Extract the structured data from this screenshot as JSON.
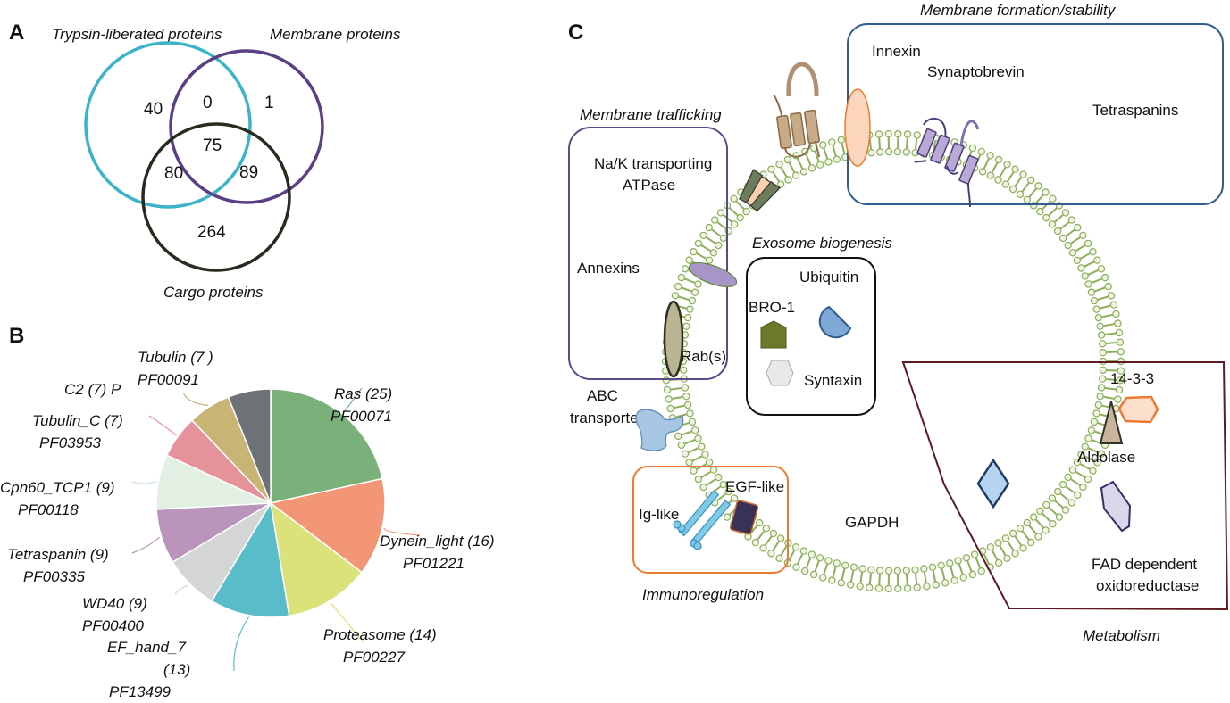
{
  "panels": {
    "a": "A",
    "b": "B",
    "c": "C"
  },
  "venn": {
    "sets": [
      {
        "name": "Trypsin-liberated proteins",
        "color": "#3bb3c8"
      },
      {
        "name": "Membrane proteins",
        "color": "#5a3f86"
      },
      {
        "name": "Cargo proteins",
        "color": "#2b2a1e"
      }
    ],
    "regions": {
      "trypsin_only": "40",
      "trypsin_membrane": "0",
      "membrane_only": "1",
      "all_three": "75",
      "trypsin_cargo": "80",
      "membrane_cargo": "89",
      "cargo_only": "264"
    }
  },
  "chart_data": {
    "type": "pie",
    "title": "",
    "start": "12 o'clock, clockwise",
    "slices": [
      {
        "label": "Ras",
        "value": 25,
        "pfam": "PF00071",
        "color": "#7ab07a"
      },
      {
        "label": "Dynein_light",
        "value": 16,
        "pfam": "PF01221",
        "color": "#f39676"
      },
      {
        "label": "Proteasome",
        "value": 14,
        "pfam": "PF00227",
        "color": "#dbe27a"
      },
      {
        "label": "EF_hand_7",
        "value": 13,
        "pfam": "PF13499",
        "color": "#59bcc9"
      },
      {
        "label": "WD40",
        "value": 9,
        "pfam": "PF00400",
        "color": "#d3d6d4"
      },
      {
        "label": "Tetraspanin",
        "value": 9,
        "pfam": "PF00335",
        "color": "#bb94bb"
      },
      {
        "label": "Cpn60_TCP1",
        "value": 9,
        "pfam": "PF00118",
        "color": "#e2efe3"
      },
      {
        "label": "Tubulin_C",
        "value": 7,
        "pfam": "PF03953",
        "color": "#e6929a"
      },
      {
        "label": "Tubulin",
        "value": 7,
        "pfam": "PF00091",
        "color": "#c8b474"
      },
      {
        "label": "C2",
        "value": 7,
        "pfam": "P",
        "color": "#6e7276"
      }
    ],
    "label_texts": {
      "ras": [
        "Ras (25)",
        "PF00071"
      ],
      "dynein": [
        "Dynein_light (16)",
        "PF01221"
      ],
      "proteasome": [
        "Proteasome (14)",
        "PF00227"
      ],
      "efhand": [
        "EF_hand_7",
        "(13)",
        "PF13499"
      ],
      "wd40": [
        "WD40 (9)",
        "PF00400"
      ],
      "tetraspanin": [
        "Tetraspanin (9)",
        "PF00335"
      ],
      "cpn60": [
        "Cpn60_TCP1 (9)",
        "PF00118"
      ],
      "tubulin_c": [
        "Tubulin_C (7)",
        "PF03953"
      ],
      "c2": [
        "C2 (7) P"
      ],
      "tubulin": [
        "Tubulin (7 )",
        "PF00091"
      ]
    }
  },
  "diagram": {
    "groups": {
      "membrane_formation": {
        "title": "Membrane formation/stability",
        "color": "#2f5f8f",
        "items": [
          "Innexin",
          "Synaptobrevin",
          "Tetraspanins"
        ]
      },
      "membrane_trafficking": {
        "title": "Membrane trafficking",
        "color": "#5a4a8a",
        "items": [
          "Na/K transporting",
          "ATPase",
          "Annexins",
          "Rab(s)",
          "ABC",
          "transporter"
        ]
      },
      "exosome_biogenesis": {
        "title": "Exosome biogenesis",
        "color": "#111111",
        "items": [
          "BRO-1",
          "Ubiquitin",
          "Syntaxin"
        ]
      },
      "immunoregulation": {
        "title": "Immunoregulation",
        "color": "#ec7a30",
        "items": [
          "Ig-like",
          "EGF-like"
        ]
      },
      "metabolism": {
        "title": "Metabolism",
        "color": "#5e1a22",
        "items": [
          "14-3-3",
          "Aldolase",
          "GAPDH",
          "FAD dependent",
          "oxidoreductase"
        ]
      }
    },
    "membrane_color": "#8bb05a"
  }
}
